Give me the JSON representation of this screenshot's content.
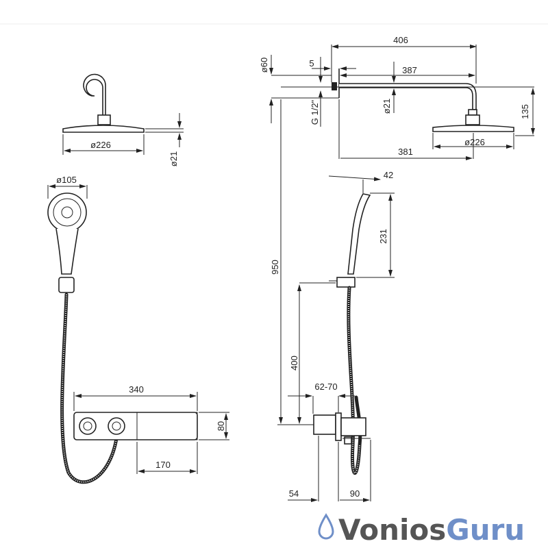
{
  "left_view": {
    "head_diameter": "ø226",
    "head_thickness": "ø21",
    "hand_shower_diameter": "ø105",
    "mixer_width": "340",
    "mixer_height": "80",
    "outlet_offset": "170"
  },
  "right_view": {
    "arm_total_length": "406",
    "flange_diameter": "ø60",
    "flange_depth": "5",
    "arm_length": "387",
    "arm_diameter": "ø21",
    "thread": "G 1/2\"",
    "head_drop": "135",
    "head_diameter": "ø226",
    "wall_to_head_center": "381",
    "hand_shower_depth": "42",
    "hand_shower_length": "231",
    "overall_height": "950",
    "holder_height": "400",
    "mixer_depth_range": "62-70",
    "body_depth": "54",
    "mixer_projection": "90"
  },
  "watermark": {
    "part1": "Vonios",
    "part2": "Guru",
    "color_gray": "#555555",
    "color_blue": "#6f8fc8"
  }
}
